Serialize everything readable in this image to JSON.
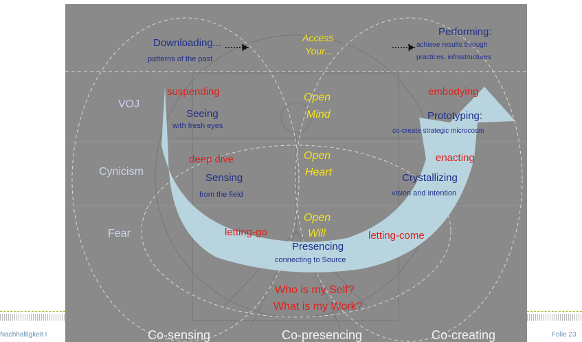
{
  "footer": {
    "left_text": "Nachhaltigkeit I",
    "right_text": "Folie 23"
  },
  "diagram": {
    "top_left_title": "Downloading...",
    "top_left_sub": "patterns of the past",
    "top_center": [
      "Access",
      "Your..."
    ],
    "top_right_title": "Performing:",
    "top_right_sub": [
      "achieve results through",
      "practices, infrastructures"
    ],
    "voices": [
      "VOJ",
      "Cynicism",
      "Fear"
    ],
    "left_levels": [
      {
        "action": "suspending",
        "title": "Seeing",
        "sub": "with fresh eyes"
      },
      {
        "action": "deep dive",
        "title": "Sensing",
        "sub": "from the field"
      },
      {
        "action": "letting-go"
      }
    ],
    "center_levels": [
      [
        "Open",
        "Mind"
      ],
      [
        "Open",
        "Heart"
      ],
      [
        "Open",
        "Will"
      ]
    ],
    "right_levels": [
      {
        "action": "embodying",
        "title": "Prototyping:",
        "sub": "co-create strategic microcosm"
      },
      {
        "action": "enacting",
        "title": "Crystallizing",
        "sub": "vision and intention"
      },
      {
        "action": "letting-come"
      }
    ],
    "bottom_title": "Presencing",
    "bottom_sub": "connecting to Source",
    "questions": [
      "Who is my Self?",
      "What is my Work?"
    ],
    "phases": [
      "Co-sensing",
      "Co-presencing",
      "Co-creating"
    ]
  },
  "colors": {
    "background": "#8a8a8a",
    "arrow": "#bfe0ec",
    "blue_text": "#1f2e8c",
    "red_text": "#e0201b",
    "yellow_text": "#f4e21a",
    "footer_text": "#6a8fb2",
    "accent_dash": "#98c21f"
  },
  "icons": {
    "arrow": "u-process-arrow",
    "background_figure": "vitruvian-man-sketch"
  }
}
